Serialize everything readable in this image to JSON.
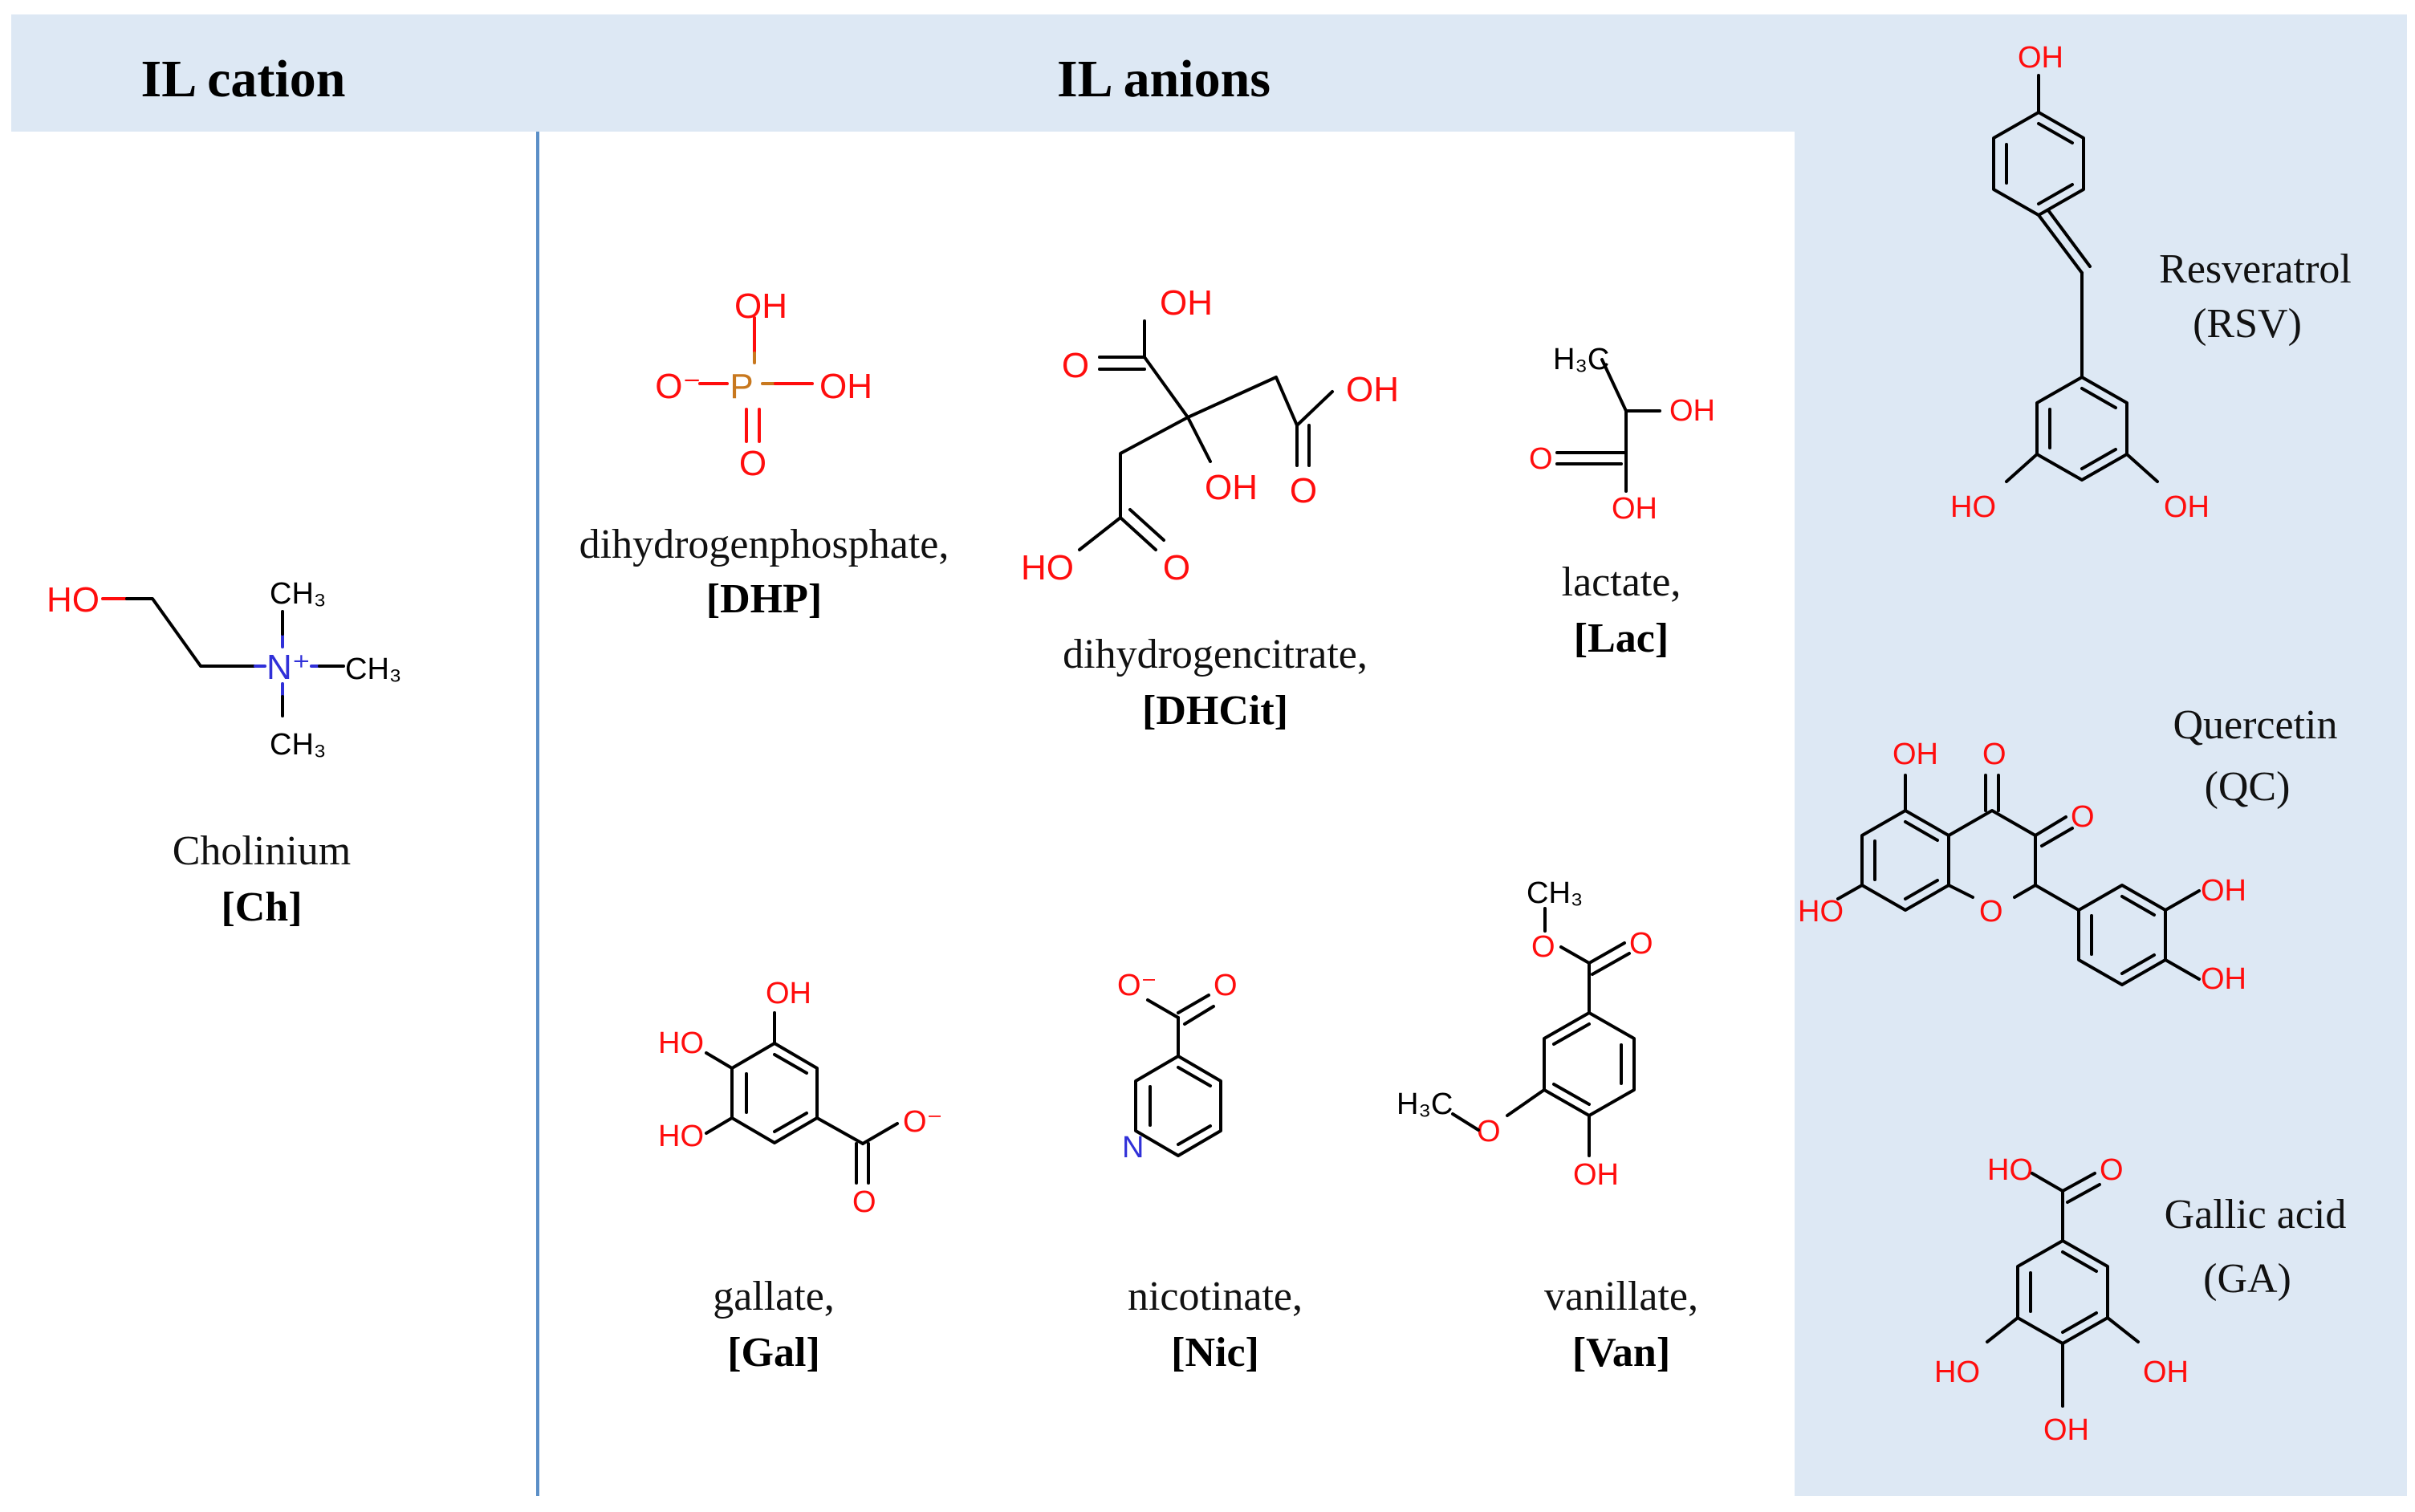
{
  "headers": {
    "cation": "IL cation",
    "anions": "IL anions"
  },
  "cation": {
    "name": "Cholinium",
    "abbr": "[Ch]"
  },
  "anions": [
    {
      "name": "dihydrogenphosphate,",
      "abbr": "[DHP]"
    },
    {
      "name": "dihydrogencitrate,",
      "abbr": "[DHCit]"
    },
    {
      "name": "lactate,",
      "abbr": "[Lac]"
    },
    {
      "name": "gallate,",
      "abbr": "[Gal]"
    },
    {
      "name": "nicotinate,",
      "abbr": "[Nic]"
    },
    {
      "name": "vanillate,",
      "abbr": "[Van]"
    }
  ],
  "drugs": [
    {
      "name": "Resveratrol",
      "abbr": "(RSV)"
    },
    {
      "name": "Quercetin",
      "abbr": "(QC)"
    },
    {
      "name": "Gallic acid",
      "abbr": "(GA)"
    }
  ],
  "atoms": {
    "oh": "OH",
    "ho": "HO",
    "o": "O",
    "o_minus": "O⁻",
    "p": "P",
    "n": "N",
    "n_plus": "N⁺",
    "ch3": "CH₃",
    "h3c": "H₃C"
  },
  "colors": {
    "header_band": "#dde8f4",
    "right_panel": "#dde8f4",
    "divider": "#5b8fc7",
    "oxygen": "#ff0d0d",
    "nitrogen": "#3030d8",
    "phosphorus": "#c8781e"
  }
}
